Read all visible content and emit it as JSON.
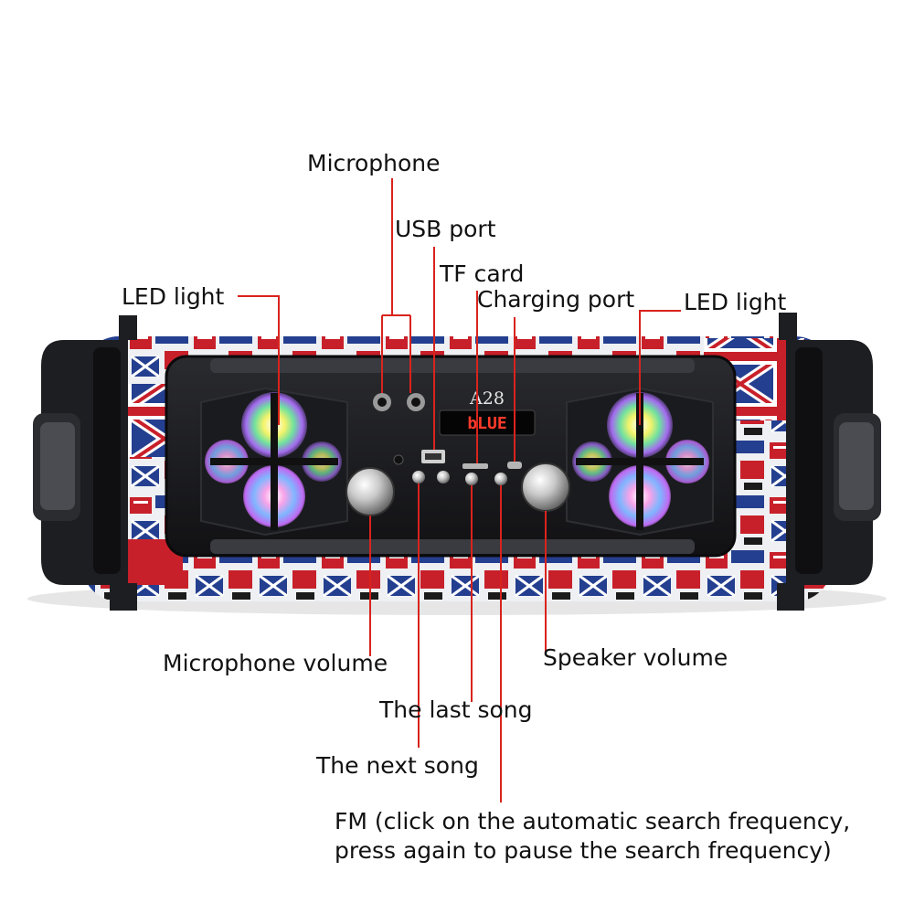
{
  "diagram": {
    "model_badge": "A28",
    "display_readout": "bLUE",
    "labels": {
      "microphone": "Microphone",
      "usb_port": "USB port",
      "tf_card": "TF card",
      "charging_port": "Charging port",
      "led_light_left": "LED light",
      "led_light_right": "LED light",
      "microphone_volume": "Microphone volume",
      "speaker_volume": "Speaker volume",
      "last_song": "The last song",
      "next_song": "The next song",
      "fm": "FM (click on the automatic search frequency,\npress again to pause the search frequency)"
    },
    "colors": {
      "leader_line": "#d9231d",
      "display_text": "#ff3b2b",
      "speaker_body": "#1d1e21",
      "flag_blue": "#243f8f",
      "flag_red": "#c8202a"
    }
  }
}
